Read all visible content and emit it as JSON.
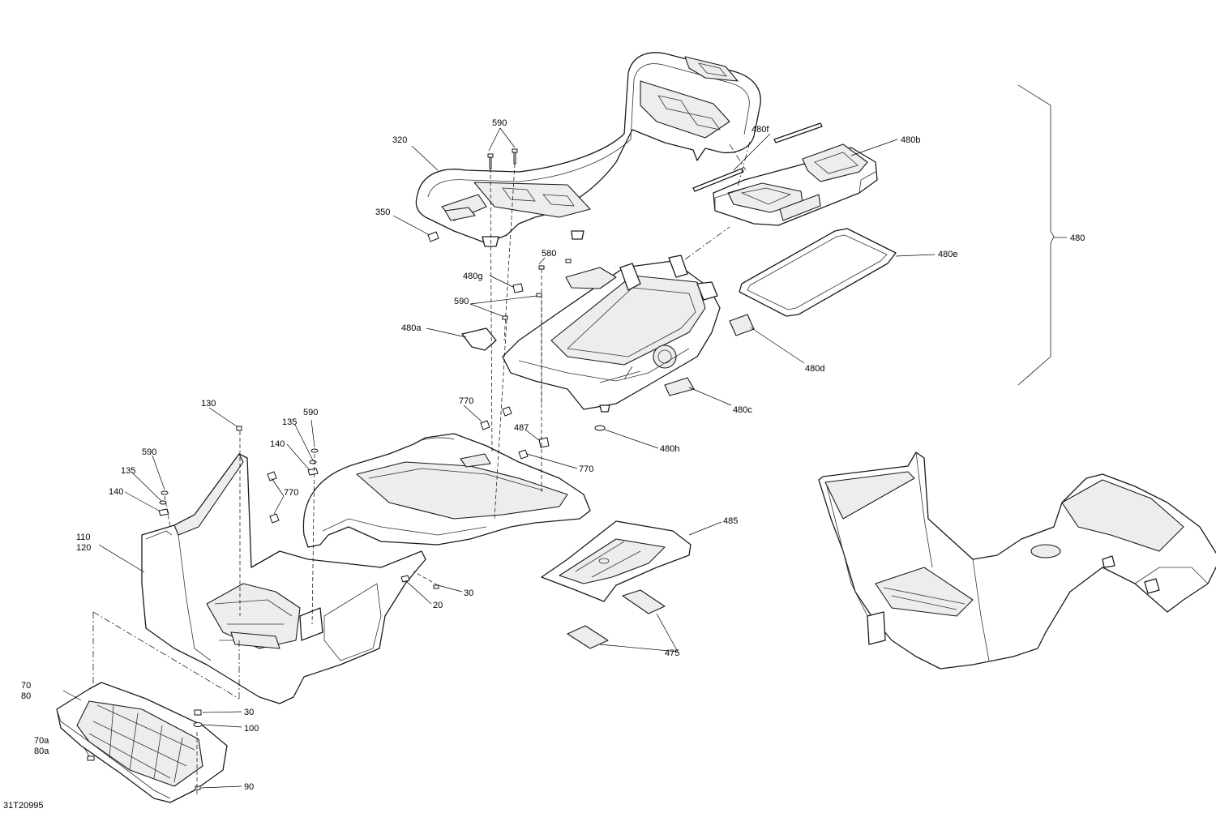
{
  "diagram": {
    "reference_number": "31T20995",
    "callouts": {
      "c320": "320",
      "c590_top": "590",
      "c480f": "480f",
      "c480b": "480b",
      "c350": "350",
      "c580": "580",
      "c480": "480",
      "c480e": "480e",
      "c480g": "480g",
      "c590_mid": "590",
      "c480a": "480a",
      "c480d": "480d",
      "c480c": "480c",
      "c770_a": "770",
      "c487": "487",
      "c480h": "480h",
      "c770_b": "770",
      "c130": "130",
      "c590_l2": "590",
      "c135_r": "135",
      "c140_r": "140",
      "c590_l1": "590",
      "c135_l": "135",
      "c140_l": "140",
      "c770_c": "770",
      "c110": "110",
      "c120": "120",
      "c485": "485",
      "c30_a": "30",
      "c20": "20",
      "c475": "475",
      "c70": "70",
      "c80": "80",
      "c30_b": "30",
      "c100": "100",
      "c70a": "70a",
      "c80a": "80a",
      "c90": "90"
    }
  }
}
